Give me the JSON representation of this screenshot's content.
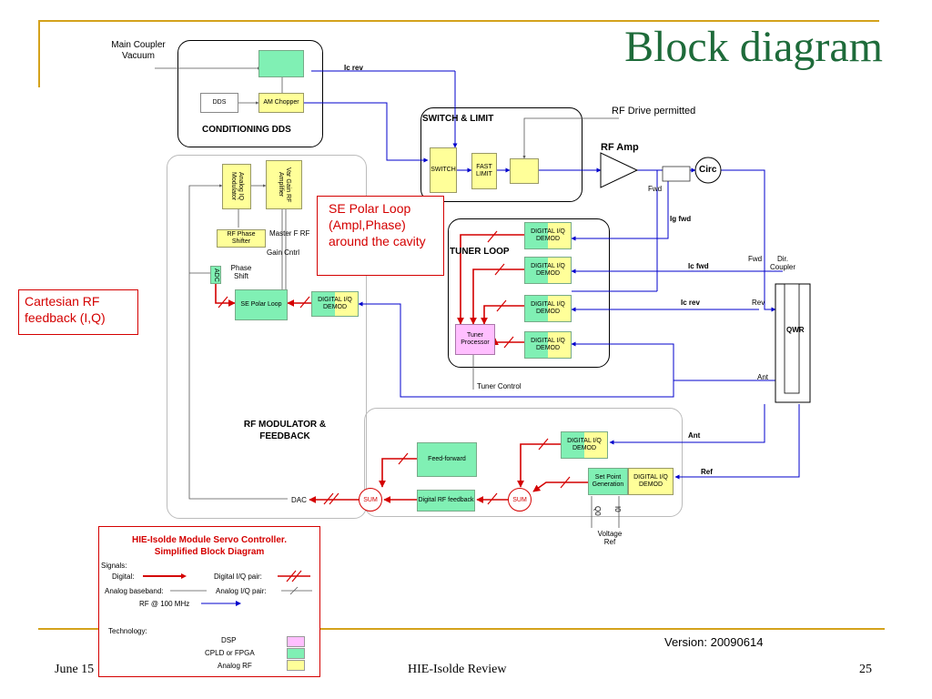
{
  "slide": {
    "title": "Block diagram",
    "footer_date": "June 15",
    "footer_center": "HIE-Isolde Review",
    "page_number": "25",
    "version": "Version: 20090614"
  },
  "callouts": {
    "cartesian": "Cartesian RF feedback (I,Q)",
    "se_polar": "SE Polar Loop (Ampl,Phase) around the cavity"
  },
  "labels": {
    "main_coupler": "Main Coupler Vacuum",
    "ic_rev_top": "Ic rev",
    "dds": "DDS",
    "am_chopper": "AM Chopper",
    "conditioning": "CONDITIONING DDS",
    "switch_limit": "SWITCH & LIMIT",
    "switch": "SWITCH",
    "fast_limit": "FAST LIMIT",
    "rf_drive": "RF Drive permitted",
    "rf_amp": "RF Amp",
    "circ": "Circ",
    "fwd1": "Fwd",
    "ig_fwd": "Ig fwd",
    "tuner_loop": "TUNER LOOP",
    "digital_iq": "DIGITAL I/Q DEMOD",
    "ic_fwd": "Ic fwd",
    "ic_rev": "Ic rev",
    "fwd2": "Fwd",
    "dir_coupler": "Dir. Coupler",
    "rev": "Rev",
    "qwr": "QWR",
    "ant1": "Ant",
    "ant2": "Ant",
    "ref": "Ref",
    "tuner_processor": "Tuner Processor",
    "tuner_control": "Tuner Control",
    "analog_iq": "Analog IQ Modulator",
    "var_gain": "Var Gain RF Amplifier",
    "rf_phase_shifter": "RF Phase Shifter",
    "master_f": "Master F RF",
    "gain_cntrl": "Gain Cntrl",
    "adc": "ADC",
    "phase_shift": "Phase Shift",
    "se_polar_loop": "SE Polar Loop",
    "rf_modulator": "RF MODULATOR & FEEDBACK",
    "feed_forward": "Feed-forward",
    "digital_rf_feedback": "Digital RF feedback",
    "set_point": "Set Point Generation",
    "sum": "SUM",
    "dac": "DAC",
    "q0": "Q0",
    "i0": "I0",
    "voltage_ref": "Voltage Ref"
  },
  "legend": {
    "title": "HIE-Isolde  Module Servo Controller. Simplified Block Diagram",
    "signals": "Signals:",
    "digital": "Digital:",
    "digital_iq_pair": "Digital I/Q pair:",
    "analog_baseband": "Analog baseband:",
    "analog_iq_pair": "Analog I/Q pair:",
    "rf_100": "RF @ 100 MHz",
    "technology": "Technology:",
    "dsp": "DSP",
    "cpld": "CPLD or FPGA",
    "analog_rf": "Analog RF"
  },
  "colors": {
    "title_green": "#1e6b3a",
    "gold_rule": "#d4a21c",
    "digital_red": "#d40000",
    "rf_blue": "#0000cc",
    "dsp": "#ffbfff",
    "fpga": "#80f0b4",
    "analog_rf": "#ffff99"
  }
}
